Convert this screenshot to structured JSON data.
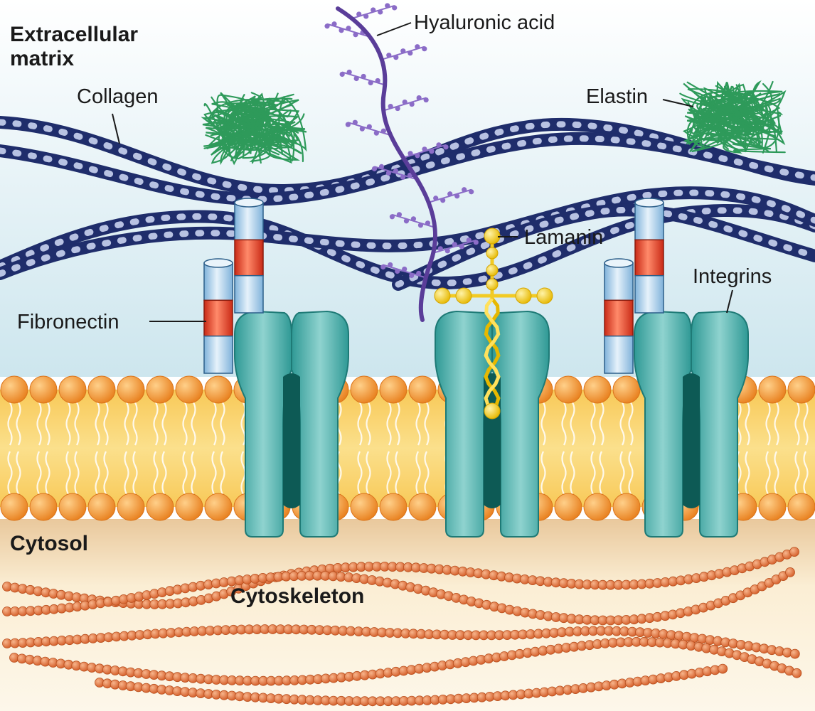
{
  "title": "",
  "regions": {
    "extracellular": "Extracellular\nmatrix",
    "cytosol": "Cytosol"
  },
  "labels": {
    "collagen": "Collagen",
    "hyaluronic_acid": "Hyaluronic acid",
    "elastin": "Elastin",
    "lamanin": "Lamanin",
    "integrins": "Integrins",
    "fibronectin": "Fibronectin",
    "cytoskeleton": "Cytoskeleton"
  },
  "colors": {
    "ecm_background": "#ffffff",
    "ecm_blue_tint": "#d8ecf1",
    "collagen": "#1f2d6b",
    "collagen_dash": "#c9d3ef",
    "hyaluronic_acid": "#5a3d99",
    "hyaluronic_beads": "#8b6cc7",
    "elastin": "#2e9a5a",
    "lipid_head": "#f0962e",
    "lipid_tail": "#f7c15a",
    "integrin": "#3fa9a7",
    "integrin_dark": "#0d5a55",
    "laminin": "#f2cb24",
    "fibronectin_blue": "#a9cde8",
    "fibronectin_red": "#e3402a",
    "cytosol": "#f3dcb2",
    "actin": "#e27a48"
  }
}
